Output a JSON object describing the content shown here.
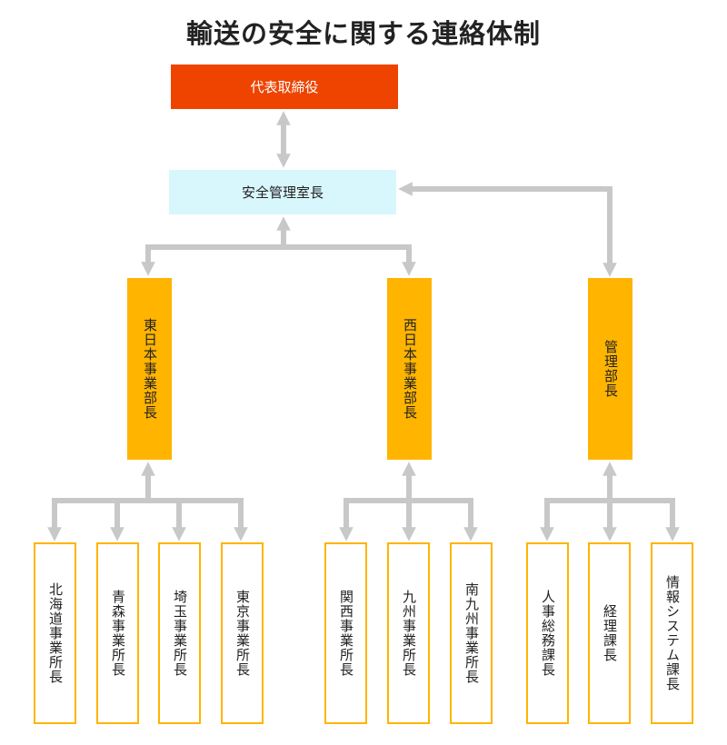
{
  "title": "輸送の安全に関する連絡体制",
  "colors": {
    "ceo_fill": "#ee4400",
    "safety_fill": "#d8f7fc",
    "division_fill": "#ffb400",
    "office_border": "#ffb400",
    "arrow": "#c8c8c8"
  },
  "ceo": {
    "label": "代表取締役"
  },
  "safety_office": {
    "label": "安全管理室長"
  },
  "divisions": [
    {
      "label": "東日本事業部長",
      "offices": [
        "北海道事業所長",
        "青森事業所長",
        "埼玉事業所長",
        "東京事業所長"
      ]
    },
    {
      "label": "西日本事業部長",
      "offices": [
        "関西事業所長",
        "九州事業所長",
        "南九州事業所長"
      ]
    },
    {
      "label": "管理部長",
      "offices": [
        "人事総務課長",
        "経理課長",
        "情報システム課長"
      ]
    }
  ]
}
